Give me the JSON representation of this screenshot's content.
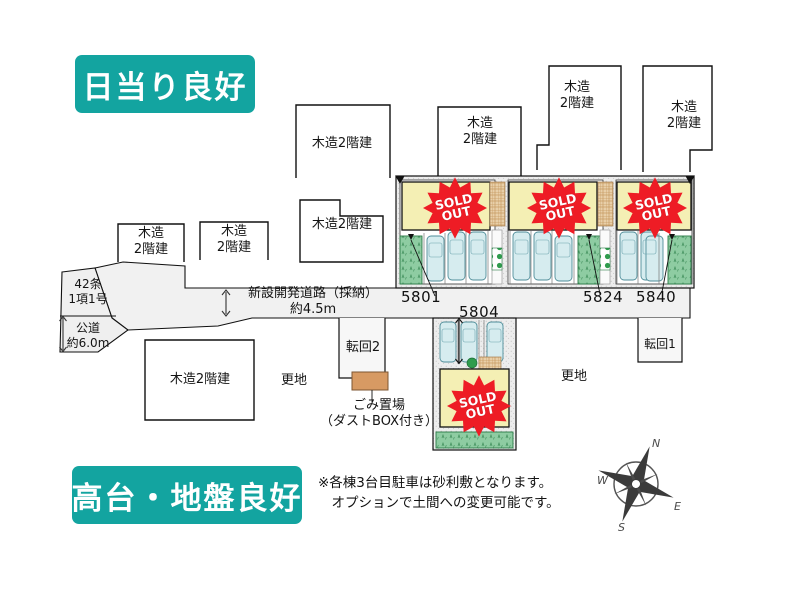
{
  "banners": {
    "top": "日当り良好",
    "bottom": "高台・地盤良好",
    "color": "#13a4a0"
  },
  "road": {
    "new_road_label": "新設開発道路（採納）\n約4.5m",
    "public_road_label": "公道\n約6.0m",
    "article_label": "42条\n1項1号"
  },
  "site": {
    "lots": [
      {
        "id": "lot-5801",
        "number": "5801",
        "status": "SOLD\nOUT"
      },
      {
        "id": "lot-5824",
        "number": "5824",
        "status": "SOLD\nOUT"
      },
      {
        "id": "lot-5840",
        "number": "5840",
        "status": "SOLD\nOUT"
      },
      {
        "id": "lot-5804",
        "number": "5804",
        "status": "SOLD\nOUT"
      }
    ],
    "sold_top": "SOLD",
    "sold_bottom": "OUT"
  },
  "neighbors": [
    {
      "id": "neighbor-1",
      "label": "木造2階建"
    },
    {
      "id": "neighbor-2",
      "label": "木造\n2階建"
    },
    {
      "id": "neighbor-3",
      "label": "木造\n2階建"
    },
    {
      "id": "neighbor-4",
      "label": "木造\n2階建"
    },
    {
      "id": "neighbor-5",
      "label": "木造\n2階建"
    },
    {
      "id": "neighbor-6",
      "label": "木造\n2階建"
    },
    {
      "id": "neighbor-7",
      "label": "木造2階建"
    },
    {
      "id": "neighbor-8",
      "label": "木造2階建"
    }
  ],
  "features": {
    "turnaround_2": "転回2",
    "turnaround_1": "転回1",
    "garbage": "ごみ置場\n（ダストBOX付き）",
    "vacant_left": "更地",
    "vacant_right": "更地"
  },
  "note": "※各棟3台目駐車は砂利敷となります。\n　オプションで土間への変更可能です。",
  "compass": {
    "n": "N",
    "e": "E",
    "s": "S",
    "w": "W"
  },
  "colors": {
    "accent": "#13a4a0",
    "house_fill": "#f4efb4",
    "garden_fill": "#86c79a",
    "car_fill": "#d6ecef",
    "road_fill": "#f1f1f1",
    "sold_red": "#ee1c25",
    "garbage_fill": "#d79a63",
    "site_fill": "#e9e9e9"
  }
}
